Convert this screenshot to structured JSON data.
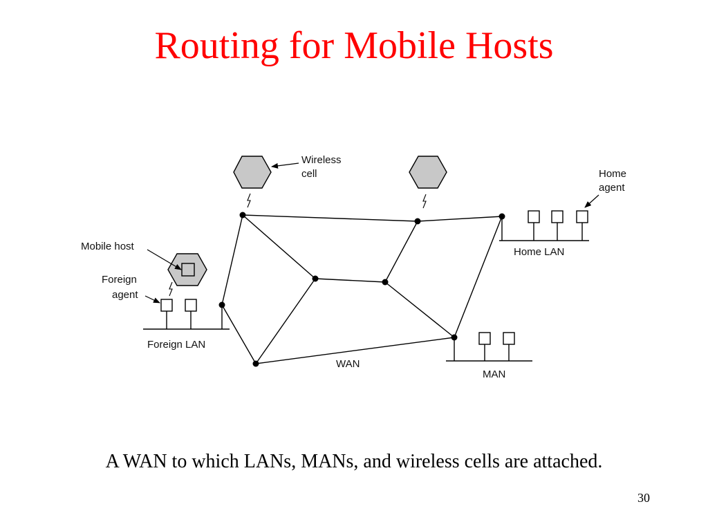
{
  "slide": {
    "title": "Routing for Mobile Hosts",
    "caption": "A WAN to which LANs, MANs, and wireless cells are attached.",
    "page_number": "30"
  },
  "diagram": {
    "labels": {
      "wireless_cell_line1": "Wireless",
      "wireless_cell_line2": "cell",
      "home_agent_line1": "Home",
      "home_agent_line2": "agent",
      "mobile_host": "Mobile host",
      "foreign_agent_line1": "Foreign",
      "foreign_agent_line2": "agent",
      "home_lan": "Home LAN",
      "foreign_lan": "Foreign LAN",
      "wan": "WAN",
      "man": "MAN"
    },
    "colors": {
      "cell_fill": "#c8c8c8",
      "stroke": "#000000"
    }
  },
  "colors": {
    "title": "#ff0000",
    "text": "#000000"
  }
}
